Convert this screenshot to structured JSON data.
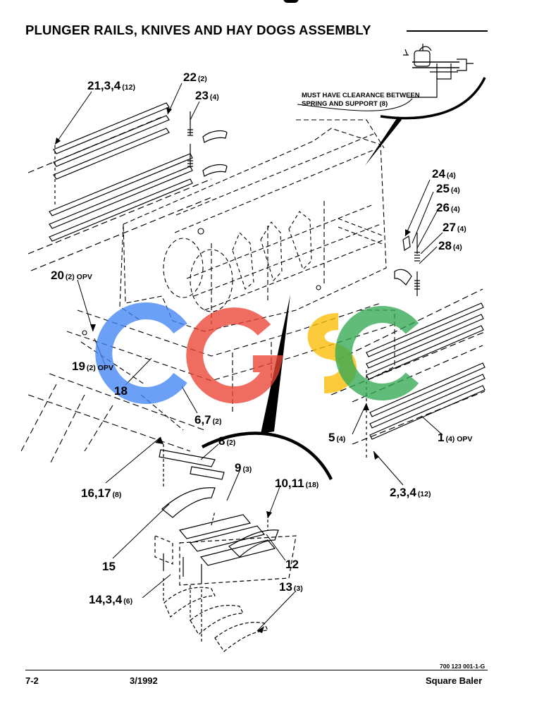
{
  "header": {
    "title": "PLUNGER RAILS, KNIVES AND HAY DOGS ASSEMBLY"
  },
  "note": {
    "line1": "MUST HAVE CLEARANCE BETWEEN",
    "line2": "SPRING AND SUPPORT (8)"
  },
  "callouts": [
    {
      "id": "c21",
      "num": "21,3,4",
      "qty": "(12)"
    },
    {
      "id": "c22",
      "num": "22",
      "qty": "(2)"
    },
    {
      "id": "c23",
      "num": "23",
      "qty": "(4)"
    },
    {
      "id": "c24",
      "num": "24",
      "qty": "(4)"
    },
    {
      "id": "c25",
      "num": "25",
      "qty": "(4)"
    },
    {
      "id": "c26",
      "num": "26",
      "qty": "(4)"
    },
    {
      "id": "c27",
      "num": "27",
      "qty": "(4)"
    },
    {
      "id": "c28",
      "num": "28",
      "qty": "(4)"
    },
    {
      "id": "c20",
      "num": "20",
      "qty": "(2) OPV"
    },
    {
      "id": "c19",
      "num": "19",
      "qty": "(2) OPV"
    },
    {
      "id": "c18",
      "num": "18",
      "qty": ""
    },
    {
      "id": "c67",
      "num": "6,7",
      "qty": "(2)"
    },
    {
      "id": "c5",
      "num": "5",
      "qty": "(4)"
    },
    {
      "id": "c1",
      "num": "1",
      "qty": "(4) OPV"
    },
    {
      "id": "c234",
      "num": "2,3,4",
      "qty": "(12)"
    },
    {
      "id": "c8",
      "num": "8",
      "qty": "(2)"
    },
    {
      "id": "c9",
      "num": "9",
      "qty": "(3)"
    },
    {
      "id": "c1011",
      "num": "10,11",
      "qty": "(18)"
    },
    {
      "id": "c1617",
      "num": "16,17",
      "qty": "(8)"
    },
    {
      "id": "c15",
      "num": "15",
      "qty": ""
    },
    {
      "id": "c12",
      "num": "12",
      "qty": ""
    },
    {
      "id": "c1434",
      "num": "14,3,4",
      "qty": "(6)"
    },
    {
      "id": "c13",
      "num": "13",
      "qty": "(3)"
    }
  ],
  "watermark": {
    "letters": [
      "C",
      "G",
      "S",
      "C"
    ],
    "colors": [
      "#4285f4",
      "#ea4335",
      "#fbbc05",
      "#34a853"
    ]
  },
  "footer": {
    "drawing_number": "700 123 001-1-G",
    "page": "7-2",
    "date": "3/1992",
    "product": "Square Baler"
  }
}
